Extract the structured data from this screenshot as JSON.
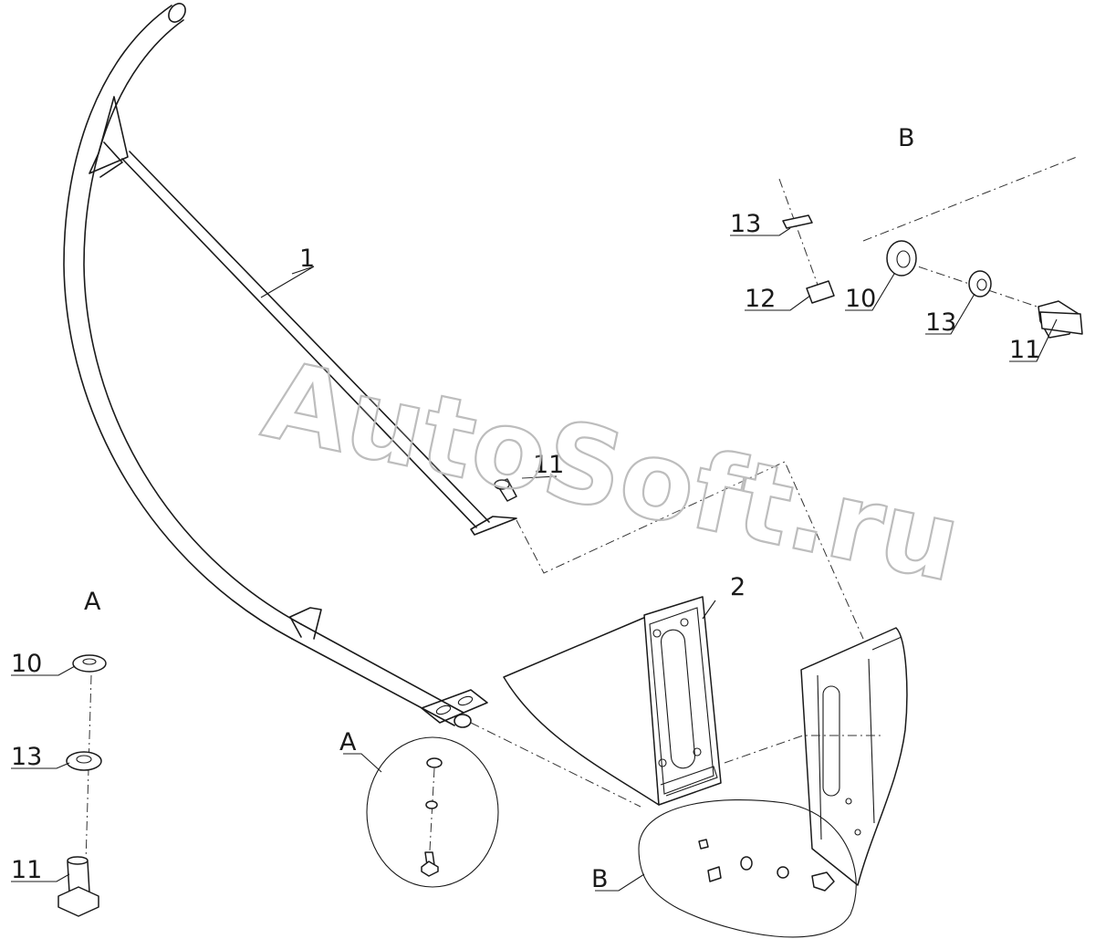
{
  "watermark": "AutoSoft.ru",
  "labels": {
    "part1": "1",
    "part2": "2",
    "part10_a": "10",
    "part10_b": "10",
    "part11_a": "11",
    "part11_b": "11",
    "part11_c": "11",
    "part12": "12",
    "part13_a": "13",
    "part13_b": "13",
    "part13_c": "13",
    "view_a_title": "A",
    "view_a_callout": "A",
    "view_b_title": "B",
    "view_b_callout": "B"
  },
  "colors": {
    "line": "#1a1a1a",
    "watermark": "#bdbdbd",
    "background": "#ffffff"
  }
}
